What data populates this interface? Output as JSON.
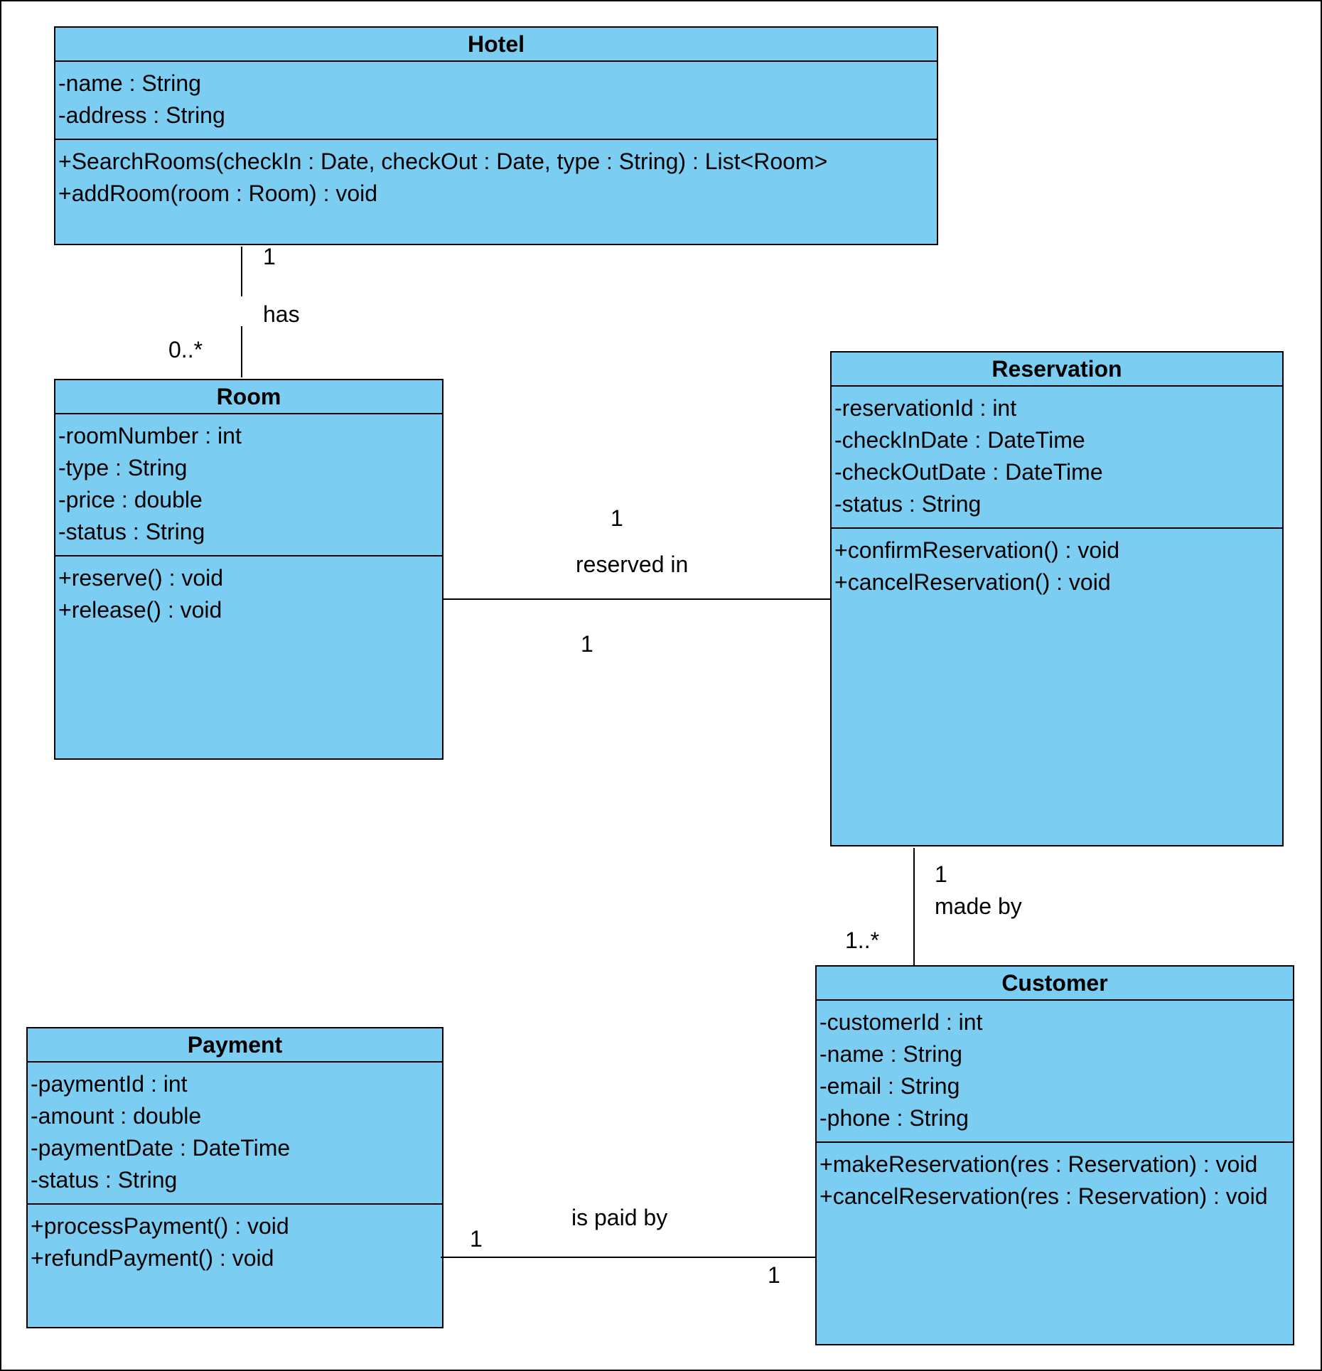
{
  "classes": {
    "hotel": {
      "name": "Hotel",
      "attributes": [
        "-name : String",
        "-address : String"
      ],
      "operations": [
        "+SearchRooms(checkIn : Date, checkOut : Date, type : String) : List<Room>",
        "+addRoom(room : Room) : void"
      ]
    },
    "room": {
      "name": "Room",
      "attributes": [
        "-roomNumber : int",
        "-type : String",
        "-price : double",
        "-status : String"
      ],
      "operations": [
        "+reserve() : void",
        "+release() : void"
      ]
    },
    "reservation": {
      "name": "Reservation",
      "attributes": [
        "-reservationId : int",
        "-checkInDate : DateTime",
        "-checkOutDate : DateTime",
        "-status : String"
      ],
      "operations": [
        "+confirmReservation() : void",
        "+cancelReservation() : void"
      ]
    },
    "customer": {
      "name": "Customer",
      "attributes": [
        "-customerId : int",
        "-name : String",
        "-email : String",
        "-phone : String"
      ],
      "operations": [
        "+makeReservation(res : Reservation) : void",
        "+cancelReservation(res : Reservation) : void"
      ]
    },
    "payment": {
      "name": "Payment",
      "attributes": [
        "-paymentId : int",
        "-amount : double",
        "-paymentDate : DateTime",
        "-status : String"
      ],
      "operations": [
        "+processPayment() : void",
        "+refundPayment() : void"
      ]
    }
  },
  "associations": {
    "hotel_room": {
      "label": "has",
      "hotel_multiplicity": "1",
      "room_multiplicity": "0..*"
    },
    "room_reservation": {
      "label": "reserved in",
      "upper_multiplicity": "1",
      "lower_multiplicity": "1"
    },
    "reservation_customer": {
      "label": "made by",
      "reservation_multiplicity": "1",
      "customer_multiplicity": "1..*"
    },
    "payment_customer": {
      "label": "is paid by",
      "payment_multiplicity": "1",
      "customer_multiplicity": "1"
    }
  }
}
